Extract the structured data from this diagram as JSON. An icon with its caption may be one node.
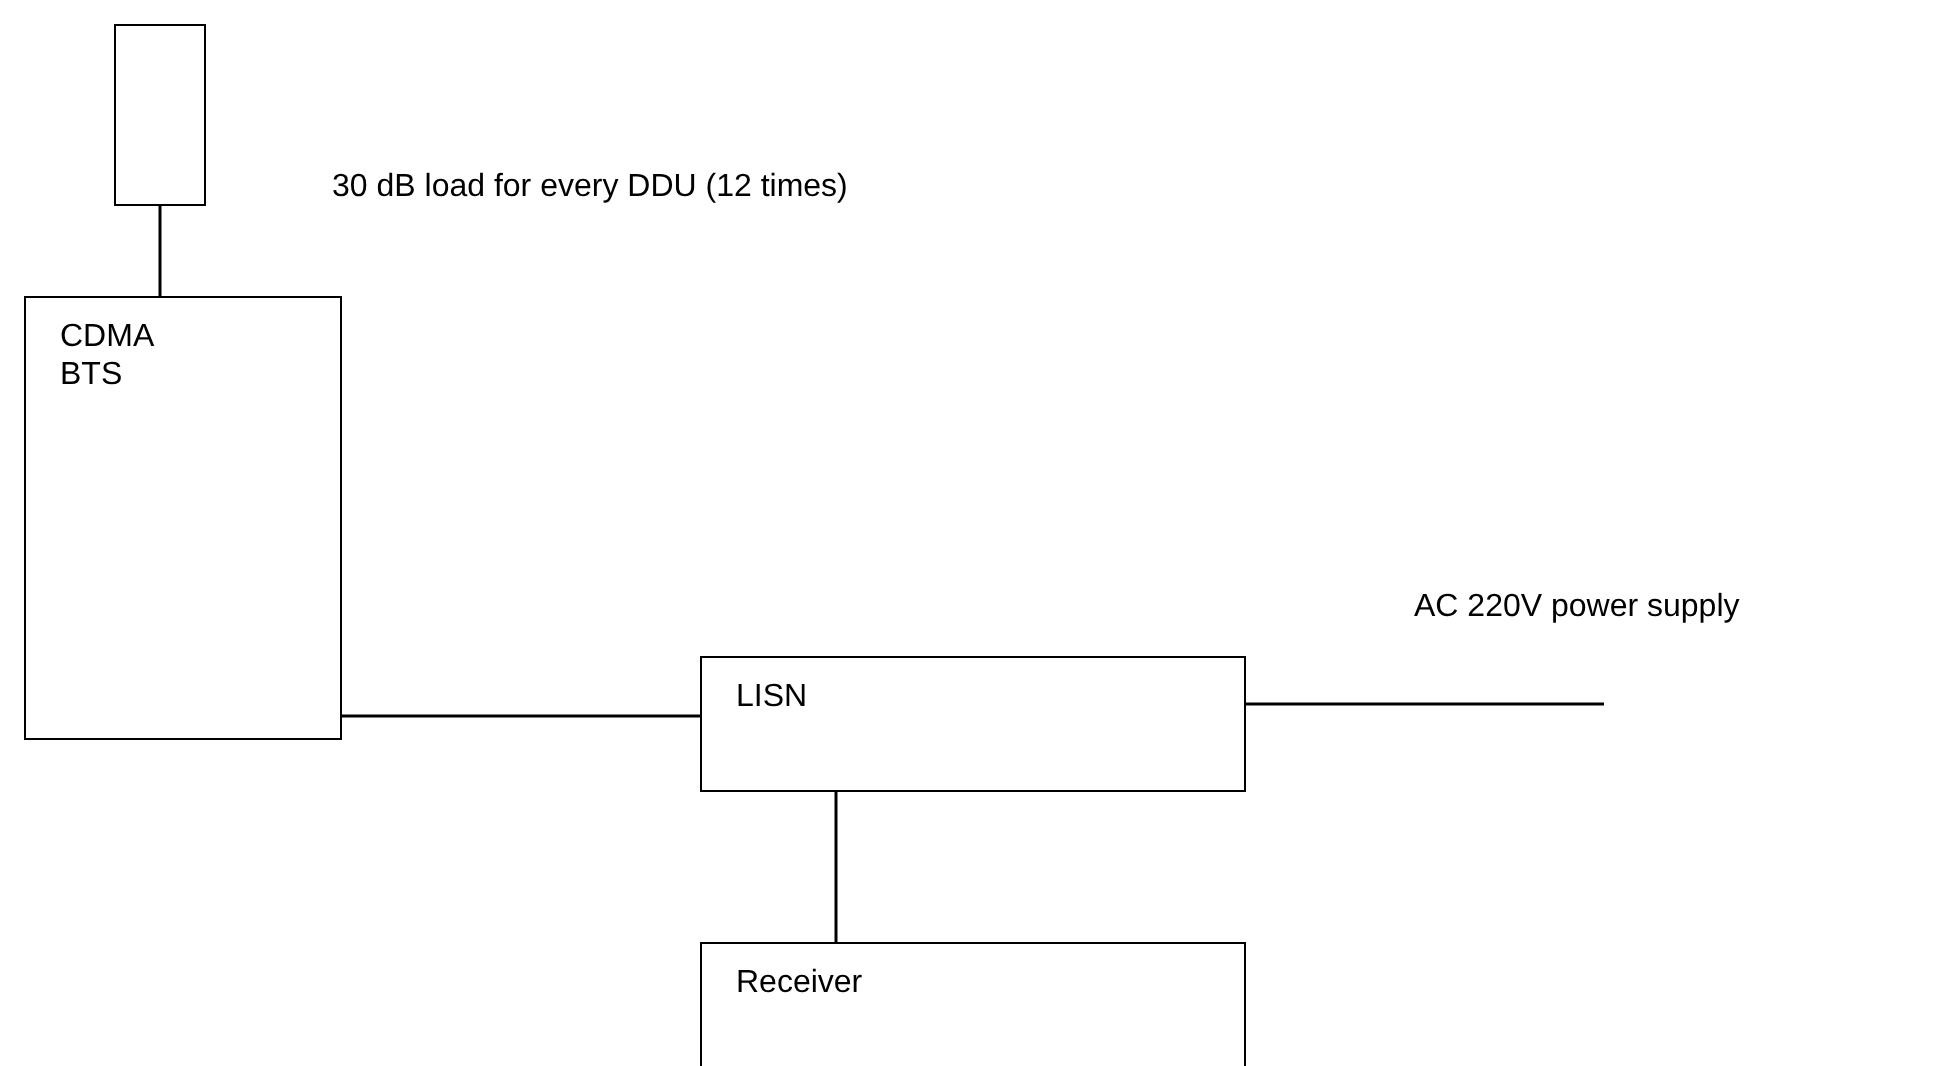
{
  "diagram": {
    "nodes": [
      {
        "text": [],
        "shape": "box",
        "beside": [
          "30 dB load for every DDU (12 times)"
        ]
      },
      {
        "text": [
          "CDMA BTS"
        ]
      },
      {
        "text": [
          "LISN"
        ]
      },
      {
        "text": [
          "Receiver"
        ]
      }
    ],
    "edges": [
      {
        "from": 0,
        "to": 1,
        "arrow": "none"
      },
      {
        "from": 1,
        "to": 2,
        "arrow": "none"
      },
      {
        "from": 2,
        "to": 3,
        "arrow": "none"
      },
      {
        "from": 2,
        "to": null,
        "arrow": "none"
      }
    ],
    "labels": [
      "AC 220V power supply"
    ]
  }
}
